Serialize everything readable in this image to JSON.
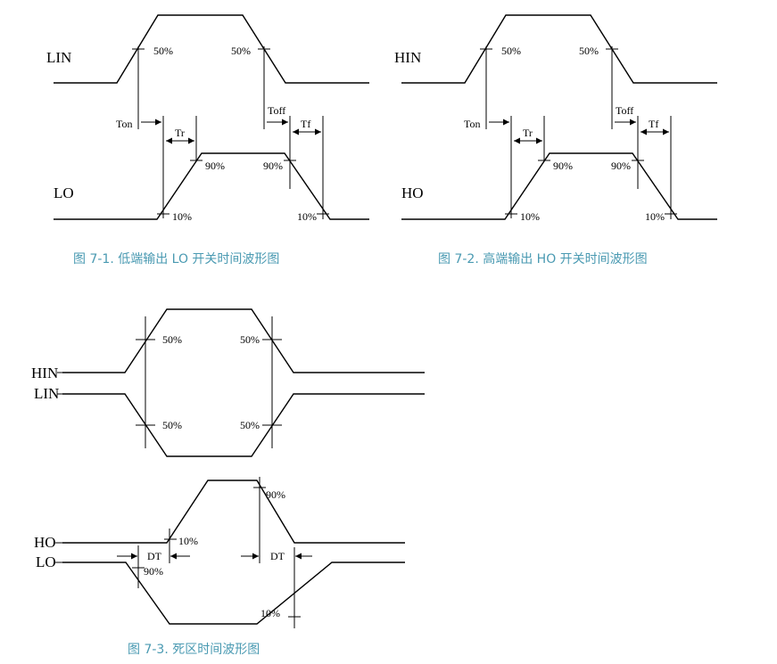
{
  "signals": {
    "lin": "LIN",
    "hin": "HIN",
    "lo": "LO",
    "ho": "HO"
  },
  "percent": {
    "p50": "50%",
    "p90": "90%",
    "p10": "10%"
  },
  "timing": {
    "ton": "Ton",
    "toff": "Toff",
    "tr": "Tr",
    "tf": "Tf",
    "dt": "DT"
  },
  "captions": {
    "fig1": "图 7-1. 低端输出 LO 开关时间波形图",
    "fig2": "图 7-2. 高端输出 HO 开关时间波形图",
    "fig3": "图 7-3. 死区时间波形图"
  },
  "colors": {
    "caption": "#4a9ab2",
    "line": "#000000"
  }
}
